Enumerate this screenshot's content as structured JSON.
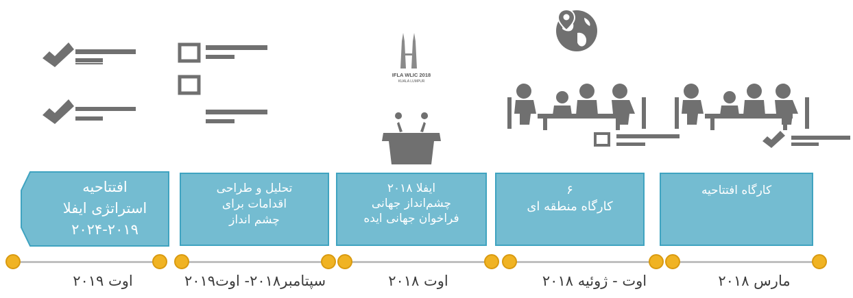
{
  "colors": {
    "box_fill": "#74bcd1",
    "box_border": "#3fa3c0",
    "icon_gray": "#707070",
    "dot_fill": "#f0b323",
    "line_gray": "#bfbfbf"
  },
  "phases": [
    {
      "id": "phase-1",
      "box_text": "کارگاه افتتاحیه",
      "date": "مارس ۲۰۱۸",
      "icon": "meeting-checklist-icon"
    },
    {
      "id": "phase-2",
      "box_text": "۶\nکارگاه منطقه ای",
      "date": "اوت - ژوئیه ۲۰۱۸",
      "icon": "meeting-globe-icon"
    },
    {
      "id": "phase-3",
      "box_text": "ایفلا ۲۰۱۸\nچشم‌انداز جهانی\nفراخوان جهانی ایده",
      "date": "اوت ۲۰۱۸",
      "icon": "podium-towers-icon"
    },
    {
      "id": "phase-4",
      "box_text": "تحلیل و طراحی\nاقدامات برای\nچشم انداز",
      "date": "سپتامبر۲۰۱۸- اوت۲۰۱۹",
      "icon": "checkbox-list-icon"
    },
    {
      "id": "phase-5",
      "box_text": "افتتاحیه\nاستراتژی ایفلا\n۲۰۲۴-۲۰۱۹",
      "date": "اوت ۲۰۱۹",
      "icon": "checkmark-list-icon"
    }
  ],
  "logo_text": {
    "line1": "IFLA WLIC 2018",
    "line2": "KUALA LUMPUR"
  }
}
